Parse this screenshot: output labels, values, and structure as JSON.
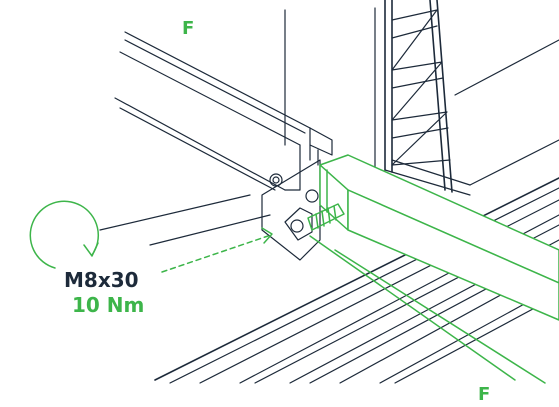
{
  "labels": {
    "frame_top": "F",
    "frame_bottom": "F",
    "bolt_spec": "M8x30",
    "torque": "10 Nm"
  },
  "colors": {
    "accent_green": "#3db54a",
    "line_dark": "#1d2a3a",
    "background": "#ffffff"
  },
  "icons": {
    "rotation_arrow": "clockwise-rotation-arrow-icon",
    "insertion_arrow": "dashed-insertion-arrow-icon"
  }
}
